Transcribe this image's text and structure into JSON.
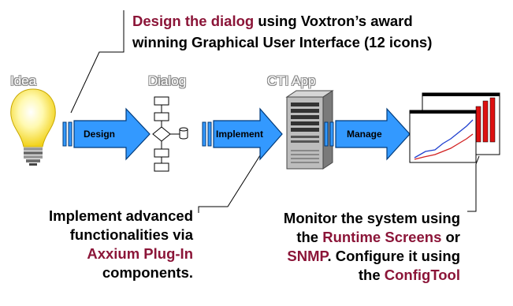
{
  "callouts": {
    "top": {
      "line1_accent": "Design the dialog",
      "line1_rest": " using Voxtron’s award",
      "line2": "winning Graphical User Interface (12 icons)"
    },
    "bottom_left": {
      "line1": "Implement advanced",
      "line2": "functionalities via",
      "line3_accent": "Axxium Plug-In",
      "line4_text": "components",
      "line4_suffix": "."
    },
    "bottom_right": {
      "line1": "Monitor the system using",
      "line2_prefix": "the ",
      "line2_accent": "Runtime Screens",
      "line2_suffix": " or",
      "line3_accent": "SNMP",
      "line3_suffix": ". Configure it using",
      "line4_prefix": "the ",
      "line4_accent": "ConfigTool"
    }
  },
  "stages": {
    "idea": "Idea",
    "dialog": "Dialog",
    "cti_app": "CTI App"
  },
  "arrows": {
    "design": "Design",
    "implement": "Implement",
    "manage": "Manage"
  },
  "colors": {
    "accent": "#8b1538",
    "arrow_fill": "#3399ff",
    "arrow_border": "#003a7a"
  },
  "icons": {
    "idea": "light-bulb-icon",
    "dialog": "flowchart-icon",
    "cti_app": "server-icon",
    "monitor": "chart-windows-icon"
  }
}
